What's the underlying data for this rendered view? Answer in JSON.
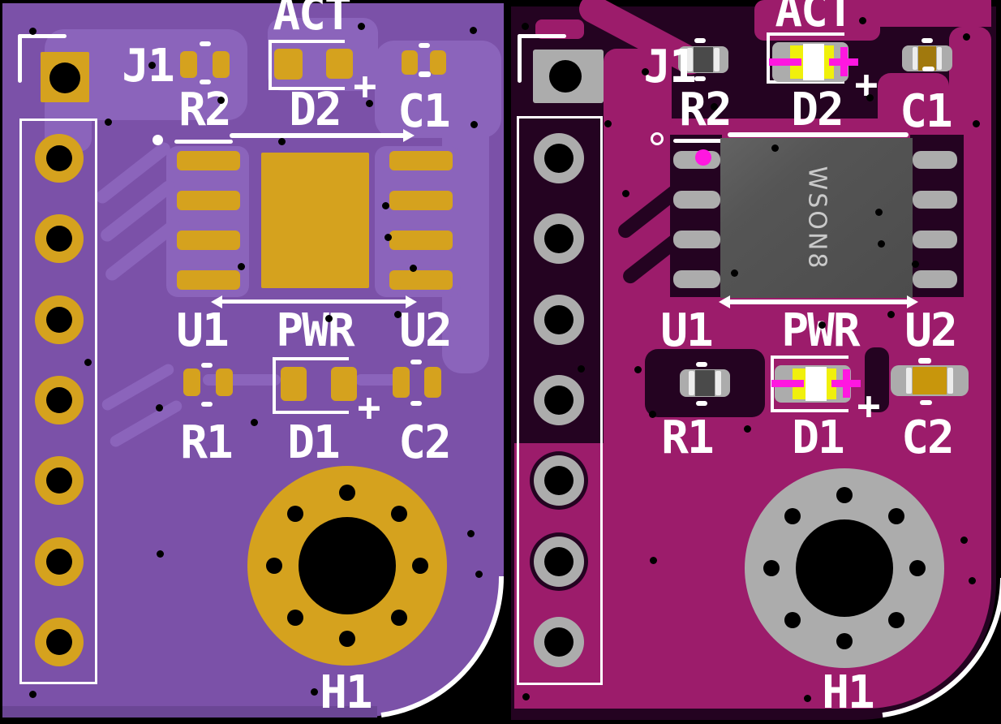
{
  "designators": {
    "act": "ACT",
    "j1": "J1",
    "r2": "R2",
    "d2": "D2",
    "c1": "C1",
    "u1": "U1",
    "pwr": "PWR",
    "u2": "U2",
    "r1": "R1",
    "d1": "D1",
    "c2": "C2",
    "h1": "H1"
  },
  "marks": {
    "plus": "+"
  },
  "chip": {
    "marking": "WSON8"
  },
  "colors": {
    "background": "#000000",
    "left_board": "#7B51A8",
    "left_copper": "#8B64BB",
    "left_board_edge": "#6B4695",
    "pad_gold": "#D5A21E",
    "right_substrate": "#240321",
    "right_copper": "#9C1C6B",
    "pad_silver": "#ACACAC",
    "silkscreen": "#FFFFFF",
    "chip_body": "#535353",
    "led_polarity_marking": "#FF17E0",
    "cap_c1_body": "#A1790D",
    "cap_c2_body": "#C8960C",
    "resistor_body": "#4A4A4A",
    "drill": "#000000"
  }
}
